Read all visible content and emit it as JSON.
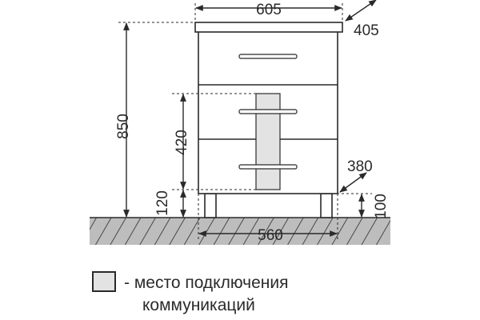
{
  "dimensions": {
    "width_top": "605",
    "depth_top": "405",
    "height_total": "850",
    "zone_height": "420",
    "zone_bottom": "120",
    "depth_leg": "380",
    "leg_height": "100",
    "width_base": "560"
  },
  "legend": {
    "line1": "- место подключения",
    "line2": "коммуникаций"
  },
  "colors": {
    "line": "#2a2a2a",
    "zone_fill": "#e3e3e3",
    "floor_fill": "#bdbdbd"
  }
}
